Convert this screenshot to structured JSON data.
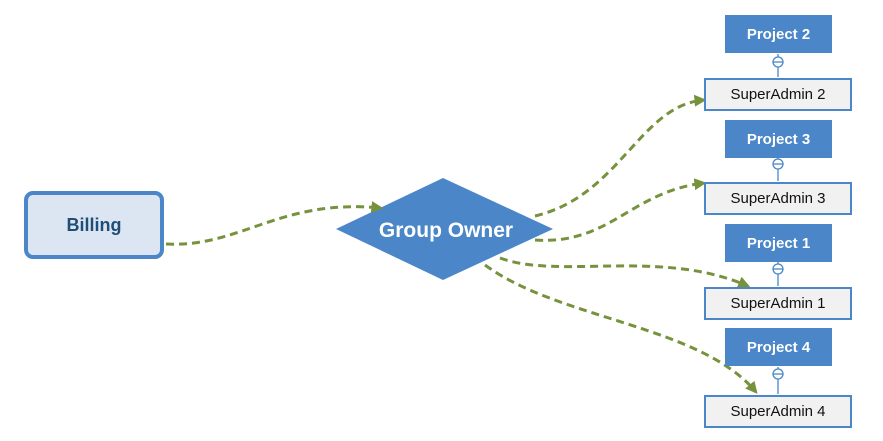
{
  "colors": {
    "node_blue": "#4a86c8",
    "billing_fill": "#dce6f2",
    "billing_text": "#1f4e79",
    "arrow_green": "#76923c",
    "admin_fill": "#f1f1f1"
  },
  "billing": {
    "label": "Billing"
  },
  "group_owner": {
    "label": "Group Owner"
  },
  "projects": [
    {
      "label": "Project 2",
      "admin": "SuperAdmin 2"
    },
    {
      "label": "Project 3",
      "admin": "SuperAdmin 3"
    },
    {
      "label": "Project 1",
      "admin": "SuperAdmin 1"
    },
    {
      "label": "Project 4",
      "admin": "SuperAdmin 4"
    }
  ],
  "connectors": [
    {
      "from": "billing",
      "to": "group_owner"
    },
    {
      "from": "group_owner",
      "to": "SuperAdmin 2"
    },
    {
      "from": "group_owner",
      "to": "SuperAdmin 3"
    },
    {
      "from": "group_owner",
      "to": "SuperAdmin 1"
    },
    {
      "from": "group_owner",
      "to": "SuperAdmin 4"
    }
  ]
}
